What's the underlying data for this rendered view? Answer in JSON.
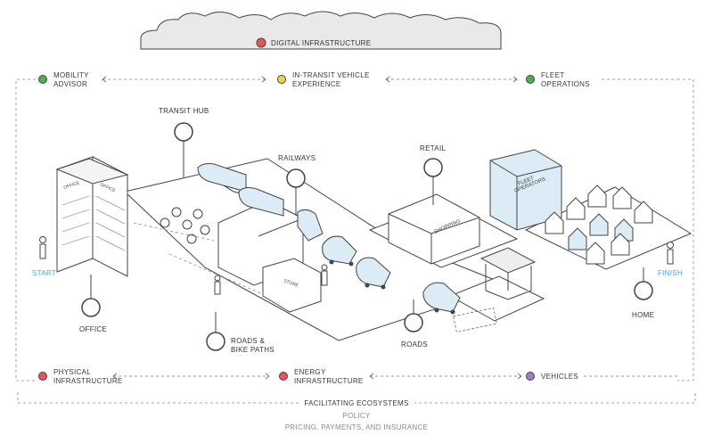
{
  "header": {
    "title": "DIGITAL INFRASTRUCTURE",
    "dot_color": "#e8545a"
  },
  "top_labels": [
    {
      "lines": [
        "MOBILITY",
        "ADVISOR"
      ],
      "dot_color": "#4cb050"
    },
    {
      "lines": [
        "IN-TRANSIT VEHICLE",
        "EXPERIENCE"
      ],
      "dot_color": "#f0d24a"
    },
    {
      "lines": [
        "FLEET",
        "OPERATIONS"
      ],
      "dot_color": "#4cb050"
    }
  ],
  "bottom_labels": [
    {
      "lines": [
        "PHYSICAL",
        "INFRASTRUCTURE"
      ],
      "dot_color": "#e8545a"
    },
    {
      "lines": [
        "ENERGY",
        "INFRASTRUCTURE"
      ],
      "dot_color": "#e8545a"
    },
    {
      "lines": [
        "VEHICLES"
      ],
      "dot_color": "#9b7fc4"
    }
  ],
  "places": {
    "transit_hub": "TRANSIT HUB",
    "railways": "RAILWAYS",
    "retail": "RETAIL",
    "office": "OFFICE",
    "roads_bike": [
      "ROADS &",
      "BIKE PATHS"
    ],
    "roads": "ROADS",
    "home": "HOME"
  },
  "signs": {
    "office_left": "OFFICE",
    "office_right": "OFFICE",
    "shopping": "SHOPPING",
    "fleet_operators": [
      "FLEET",
      "OPERATORS"
    ],
    "store": "STORE"
  },
  "ends": {
    "start": "START",
    "finish": "FINISH"
  },
  "footer": {
    "title": "FACILITATING ECOSYSTEMS",
    "line1": "POLICY",
    "line2": "PRICING, PAYMENTS, AND INSURANCE"
  },
  "colors": {
    "accent_blue": "#4aa3d8",
    "building_blue": "#dcecf6",
    "line": "#3a3a3a"
  }
}
